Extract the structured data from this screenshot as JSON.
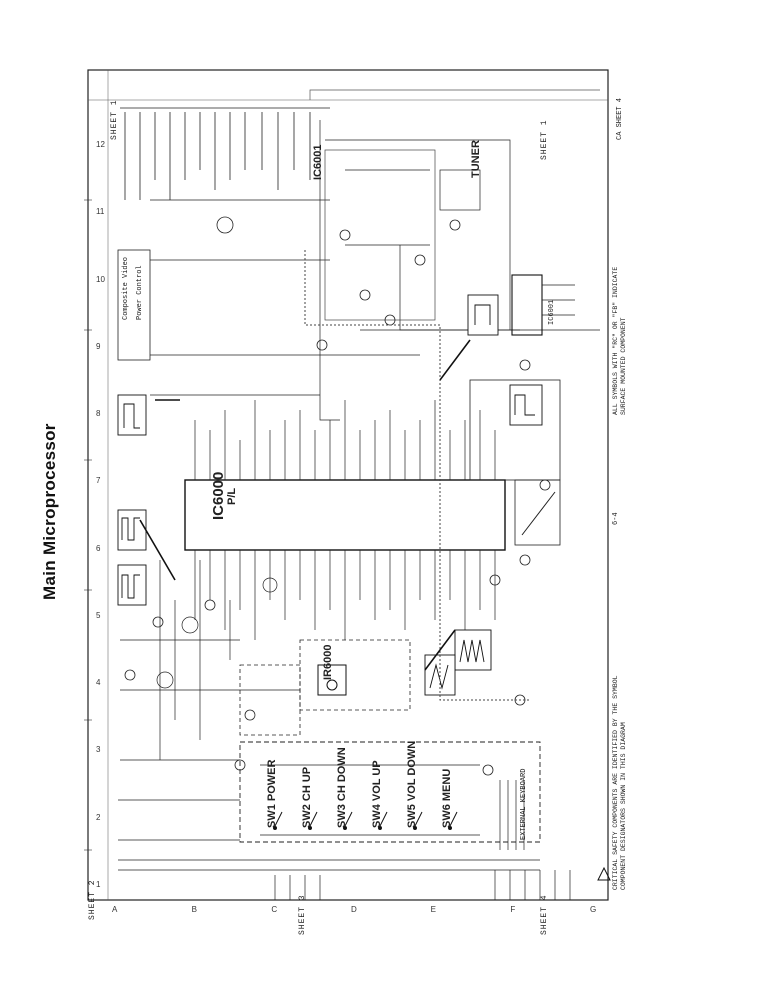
{
  "page": {
    "title": "Main Microprocessor",
    "page_number": "6-4",
    "corner_label": "CA SHEET 4"
  },
  "ic_labels": {
    "main": "IC6000",
    "main_sub": "P/L",
    "tuner_ic": "IC6001",
    "ir_receiver": "IR6000",
    "tuner": "TUNER",
    "keyboard": "EXTERNAL KEYBOARD"
  },
  "switches": [
    {
      "label": "SW1 POWER"
    },
    {
      "label": "SW2 CH UP"
    },
    {
      "label": "SW3 CH DOWN"
    },
    {
      "label": "SW4 VOL UP"
    },
    {
      "label": "SW5 VOL DOWN"
    },
    {
      "label": "SW6 MENU"
    }
  ],
  "sheet_labels": {
    "top_left": "SHEET 1",
    "top_right": "SHEET 1",
    "left": "SHEET 2",
    "bottom_mid": "SHEET 3",
    "bottom_right": "SHEET 4"
  },
  "notes": {
    "right": "ALL SYMBOLS WITH \"RC\" OR \"FB\" INDICATE\nSURFACE MOUNTED COMPONENT",
    "left": "CRITICAL SAFETY COMPONENTS ARE IDENTIFIED BY THE SYMBOL\nCOMPONENT DESIGNATORS SHOWN IN THIS DIAGRAM"
  },
  "legend": {
    "line1": "Composite Video",
    "line2": "Power Control"
  },
  "grid_columns": [
    "1",
    "2",
    "3",
    "4",
    "5",
    "6",
    "7",
    "8",
    "9",
    "10",
    "11",
    "12"
  ],
  "grid_rows": [
    "A",
    "B",
    "C",
    "D",
    "E",
    "F",
    "G"
  ]
}
